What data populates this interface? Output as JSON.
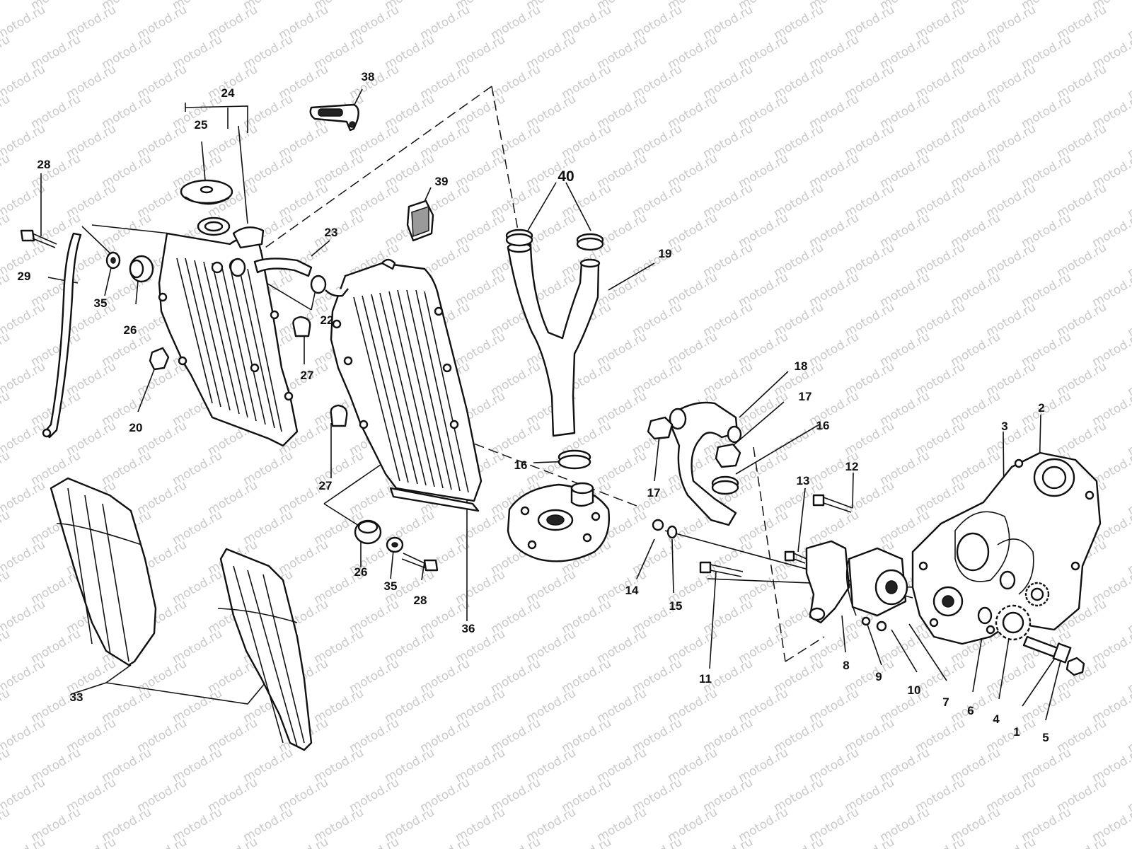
{
  "watermark": "motod.ru",
  "colors": {
    "ink": "#111111",
    "watermark": "#c9c9c9",
    "background": "#ffffff"
  },
  "callouts": {
    "c1": "1",
    "c2": "2",
    "c3": "3",
    "c4": "4",
    "c5": "5",
    "c6": "6",
    "c7": "7",
    "c8": "8",
    "c9": "9",
    "c10": "10",
    "c11": "11",
    "c12": "12",
    "c13": "13",
    "c14": "14",
    "c15": "15",
    "c16": "16",
    "c17": "17",
    "c18": "18",
    "c19": "19",
    "c20": "20",
    "c22": "22",
    "c23": "23",
    "c24": "24",
    "c25": "25",
    "c26": "26",
    "c27": "27",
    "c28": "28",
    "c29": "29",
    "c33": "33",
    "c35": "35",
    "c36": "36",
    "c38": "38",
    "c39": "39",
    "c40": "40"
  }
}
